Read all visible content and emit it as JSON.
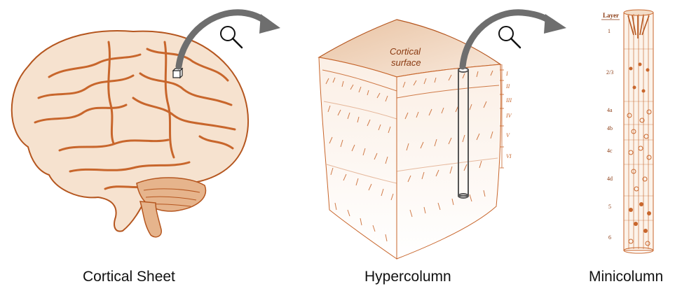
{
  "panels": {
    "cortical_sheet": {
      "caption": "Cortical Sheet"
    },
    "hypercolumn": {
      "caption": "Hypercolumn",
      "surface_label_line1": "Cortical",
      "surface_label_line2": "surface",
      "layer_ticks": [
        "I",
        "II",
        "III",
        "IV",
        "V",
        "VI"
      ]
    },
    "minicolumn": {
      "caption": "Minicolumn",
      "layer_header": "Layer",
      "layers": [
        "1",
        "2/3",
        "4a",
        "4b",
        "4c",
        "4d",
        "5",
        "6"
      ]
    }
  },
  "colors": {
    "tissue": "#c8662c",
    "tissue_light": "#f3ddc8",
    "arrow": "#6e6e6e",
    "caption": "#111111"
  },
  "icons": [
    "magnifier-icon",
    "magnifier-icon",
    "curved-arrow-icon",
    "curved-arrow-icon"
  ]
}
